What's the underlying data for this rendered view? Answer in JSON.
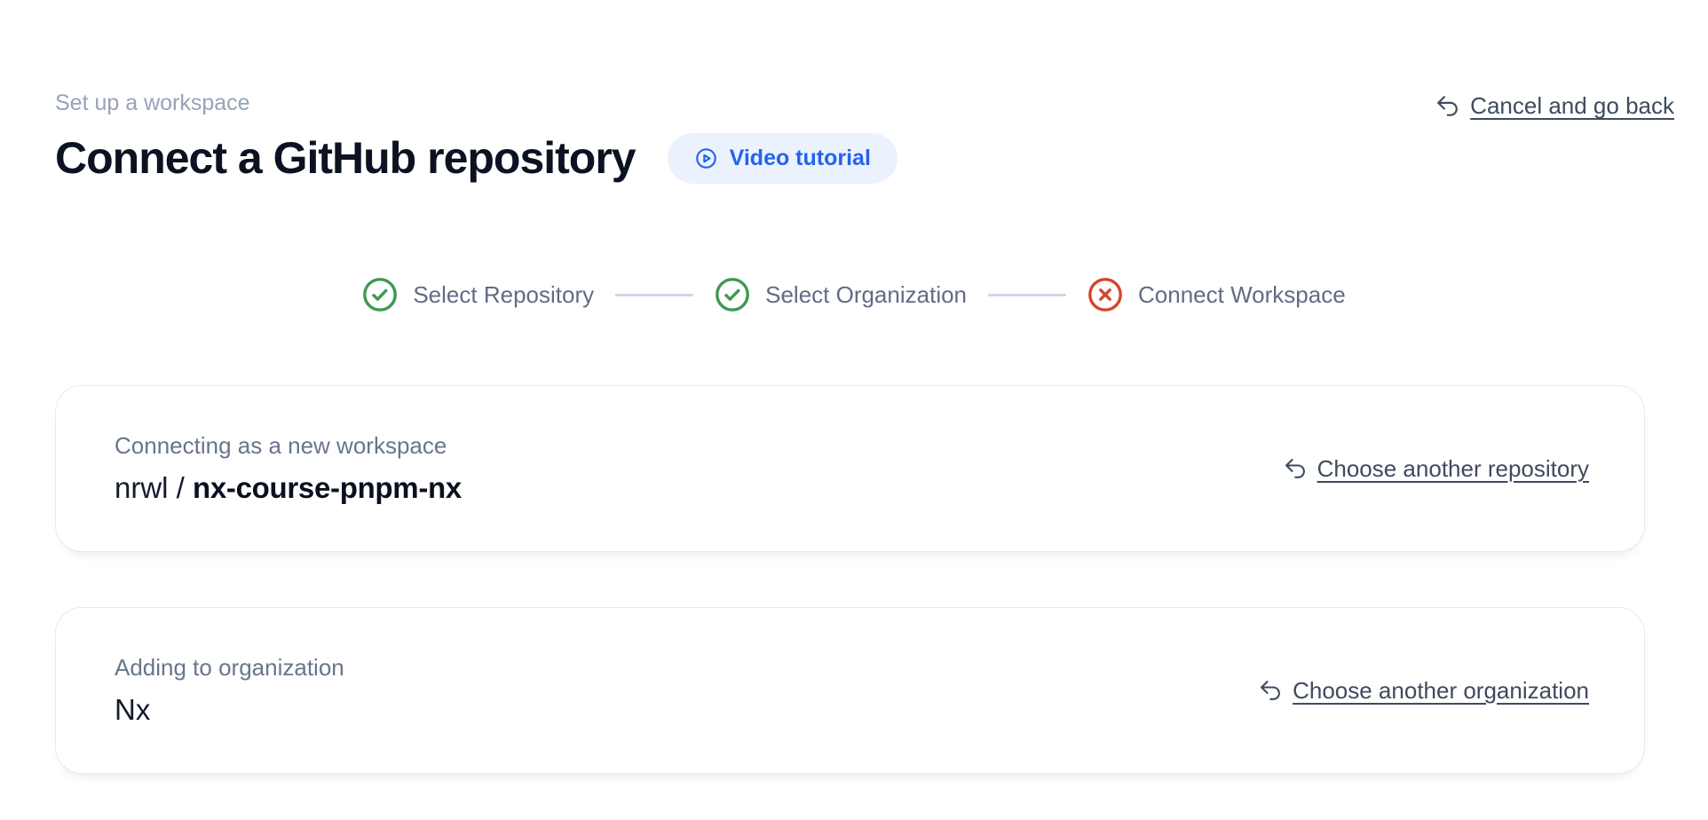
{
  "header": {
    "eyebrow": "Set up a workspace",
    "title": "Connect a GitHub repository",
    "video_tutorial_label": "Video tutorial",
    "cancel_label": "Cancel and go back"
  },
  "stepper": {
    "steps": [
      {
        "label": "Select Repository",
        "status": "complete",
        "icon": "check-circle-icon"
      },
      {
        "label": "Select Organization",
        "status": "complete",
        "icon": "check-circle-icon"
      },
      {
        "label": "Connect Workspace",
        "status": "error",
        "icon": "x-circle-icon"
      }
    ]
  },
  "cards": [
    {
      "label": "Connecting as a new workspace",
      "value_prefix": "nrwl / ",
      "value_strong": "nx-course-pnpm-nx",
      "action_label": "Choose another repository"
    },
    {
      "label": "Adding to organization",
      "value_prefix": "Nx",
      "value_strong": "",
      "action_label": "Choose another organization"
    }
  ],
  "colors": {
    "accent_blue": "#2563eb",
    "video_pill_bg": "#ebf2fe",
    "success_green": "#3d9a50",
    "error_red": "#d7432d",
    "link_slate": "#3e4a5e",
    "muted_label": "#68758c",
    "card_border": "#e6e9f2"
  }
}
